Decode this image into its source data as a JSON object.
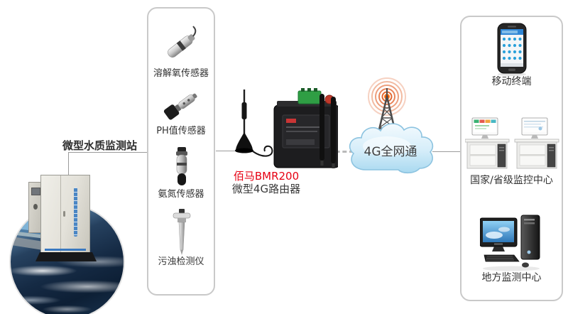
{
  "page": {
    "background": "#ffffff"
  },
  "station": {
    "label": "微型水质监测站"
  },
  "sensors": {
    "items": [
      {
        "label": "溶解氧传感器",
        "icon": "dissolved-oxygen-sensor-icon"
      },
      {
        "label": "PH值传感器",
        "icon": "ph-sensor-icon"
      },
      {
        "label": "氨氮传感器",
        "icon": "ammonia-nitrogen-sensor-icon"
      },
      {
        "label": "污浊检测仪",
        "icon": "turbidity-detector-icon"
      }
    ]
  },
  "router": {
    "name": "佰马BMR200",
    "model_label": "微型4G路由器",
    "name_color": "#e60012"
  },
  "network": {
    "label": "4G全网通",
    "cloud_color": "#c9e8f8",
    "signal_wave_color": "#e05a20"
  },
  "centers": {
    "mobile": {
      "label": "移动终端",
      "icon": "smartphone-icon"
    },
    "national": {
      "label": "国家/省级监控中心",
      "icon": "monitoring-desks-icon"
    },
    "local": {
      "label": "地方监测中心",
      "icon": "desktop-computer-icon"
    }
  }
}
